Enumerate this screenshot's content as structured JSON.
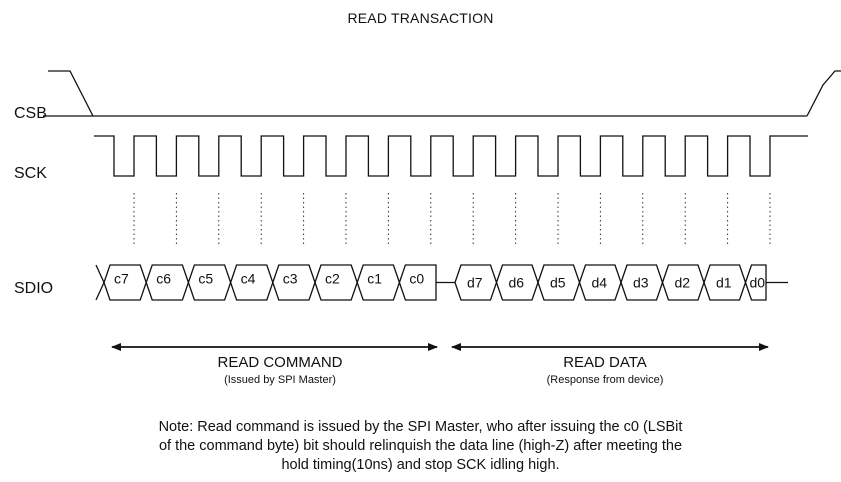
{
  "title": "READ TRANSACTION",
  "signals": {
    "csb": "CSB",
    "sck": "SCK",
    "sdio": "SDIO"
  },
  "command_bits": [
    "c7",
    "c6",
    "c5",
    "c4",
    "c3",
    "c2",
    "c1",
    "c0"
  ],
  "data_bits": [
    "d7",
    "d6",
    "d5",
    "d4",
    "d3",
    "d2",
    "d1",
    "d0"
  ],
  "sck_cycles": 16,
  "sections": {
    "command": {
      "label": "READ COMMAND",
      "sub": "(Issued by SPI Master)"
    },
    "data": {
      "label": "READ DATA",
      "sub": "(Response from device)"
    }
  },
  "note": [
    "Note: Read command is issued by the SPI Master, who after issuing the c0 (LSBit",
    "of the command byte) bit should relinquish the data line (high-Z) after meeting the",
    "hold timing(10ns) and stop SCK idling high."
  ]
}
